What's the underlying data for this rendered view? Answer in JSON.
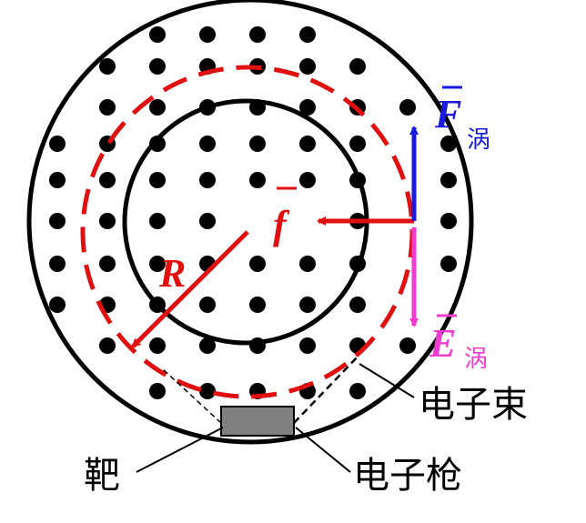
{
  "vectors": {
    "F": {
      "symbol": "F",
      "subscript": "涡",
      "color": "#1a1adc"
    },
    "f": {
      "symbol": "f",
      "color": "#e01010"
    },
    "E": {
      "symbol": "E",
      "subscript": "涡",
      "color": "#ee3bd0"
    },
    "R": {
      "symbol": "R",
      "color": "#e01010"
    }
  },
  "labels": {
    "beam": "电子束",
    "target": "靶",
    "gun": "电子枪"
  },
  "colors": {
    "orbit": "#e01010",
    "field_dots": "#000000",
    "gun_block": "#808080"
  },
  "field": {
    "direction": "out-of-page"
  }
}
